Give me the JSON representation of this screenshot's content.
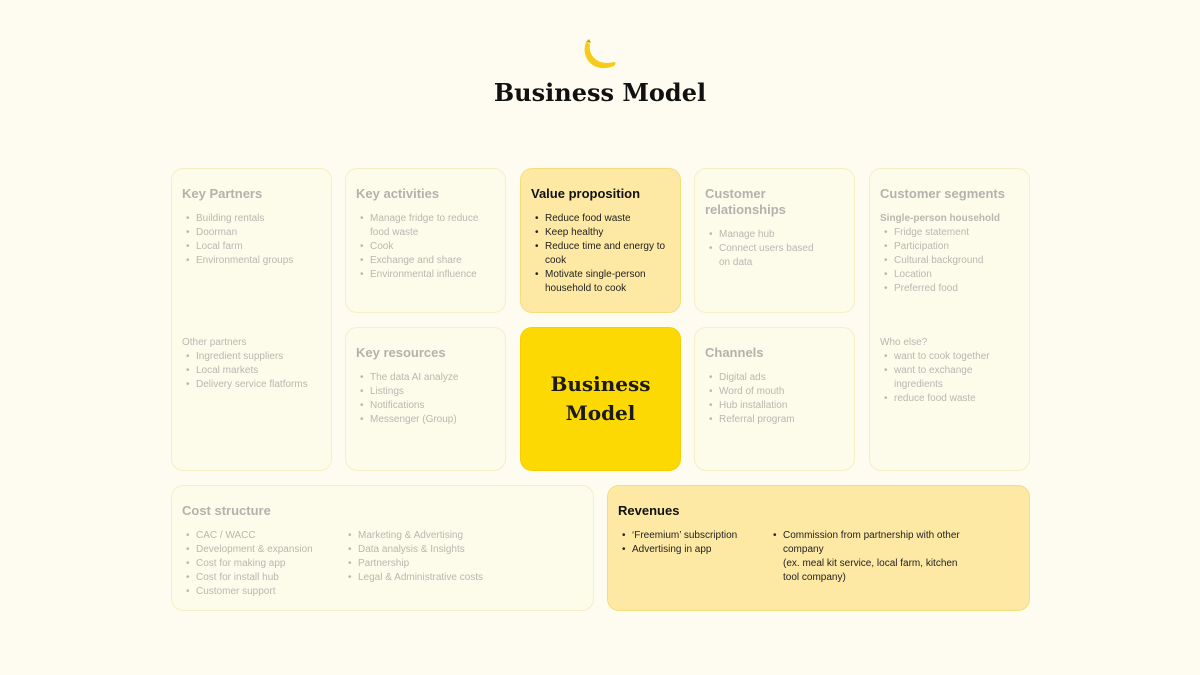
{
  "header": {
    "logo_icon": "banana-icon",
    "title": "Business Model"
  },
  "key_partners": {
    "title": "Key Partners",
    "items": [
      "Building rentals",
      "Doorman",
      "Local farm",
      "Environmental groups"
    ],
    "other_label": "Other partners",
    "other_items": [
      "Ingredient suppliers",
      "Local markets",
      "Delivery service flatforms"
    ]
  },
  "key_activities": {
    "title": "Key activities",
    "items": [
      "Manage fridge to reduce food waste",
      "Cook",
      "Exchange and share",
      "Environmental influence"
    ]
  },
  "value_proposition": {
    "title": "Value proposition",
    "items": [
      "Reduce food waste",
      "Keep healthy",
      "Reduce time and energy to cook",
      "Motivate single-person household to cook"
    ]
  },
  "customer_relationships": {
    "title": "Customer relationships",
    "items": [
      "Manage hub",
      "Connect users based on data"
    ]
  },
  "customer_segments": {
    "title": "Customer segments",
    "segment_label": "Single-person household",
    "items": [
      "Fridge statement",
      "Participation",
      "Cultural background",
      "Location",
      "Preferred food"
    ],
    "other_label": "Who else?",
    "other_items": [
      "want to cook together",
      "want to exchange ingredients",
      "reduce food waste"
    ]
  },
  "key_resources": {
    "title": "Key resources",
    "items": [
      "The data AI analyze",
      "Listings",
      "Notifications",
      "Messenger (Group)"
    ]
  },
  "center": {
    "title": "Business Model"
  },
  "channels": {
    "title": "Channels",
    "items": [
      "Digital ads",
      "Word of mouth",
      "Hub installation",
      "Referral program"
    ]
  },
  "cost_structure": {
    "title": "Cost structure",
    "col1": [
      "CAC / WACC",
      "Development & expansion",
      "Cost for making app",
      "Cost for install hub",
      "Customer support"
    ],
    "col2": [
      "Marketing & Advertising",
      "Data analysis & Insights",
      "Partnership",
      "Legal & Administrative costs"
    ]
  },
  "revenues": {
    "title": "Revenues",
    "col1": [
      "‘Freemium’ subscription",
      "Advertising in app"
    ],
    "col2": [
      "Commission from partnership with other company\n(ex. meal kit service, local farm, kitchen tool company)"
    ]
  },
  "colors": {
    "accent": "#fcd902",
    "active_box": "#fde9a4",
    "background": "#fefcf0"
  }
}
